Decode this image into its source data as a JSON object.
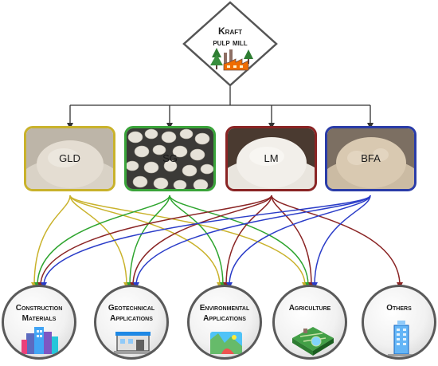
{
  "source": {
    "title_line1": "Kraft",
    "title_line2": "pulp mill"
  },
  "materials": [
    {
      "label": "GLD",
      "border_color": "#c9b22b",
      "fill": "#d9d2c6"
    },
    {
      "label": "SG",
      "border_color": "#3aa43a",
      "fill": "#dedbd3"
    },
    {
      "label": "LM",
      "border_color": "#8a2424",
      "fill": "#ebe7e0"
    },
    {
      "label": "BFA",
      "border_color": "#2a3ca8",
      "fill": "#d8c9b3"
    }
  ],
  "applications": [
    {
      "line1": "Construction",
      "line2": "Materials",
      "icon": "city-buildings-icon"
    },
    {
      "line1": "Geotechnical",
      "line2": "Applications",
      "icon": "building-icon"
    },
    {
      "line1": "Environmental",
      "line2": "Applications",
      "icon": "landscape-icon"
    },
    {
      "line1": "Agriculture",
      "line2": "",
      "icon": "farm-fields-icon"
    },
    {
      "line1": "Others",
      "line2": "",
      "icon": "tower-icon"
    }
  ],
  "connections": [
    {
      "from": "GLD",
      "to": [
        "Construction",
        "Geotechnical",
        "Environmental",
        "Agriculture"
      ],
      "color": "#c9b22b"
    },
    {
      "from": "SG",
      "to": [
        "Construction",
        "Geotechnical",
        "Environmental",
        "Agriculture"
      ],
      "color": "#2fa52f"
    },
    {
      "from": "LM",
      "to": [
        "Construction",
        "Geotechnical",
        "Environmental",
        "Agriculture",
        "Others"
      ],
      "color": "#8a2424"
    },
    {
      "from": "BFA",
      "to": [
        "Construction",
        "Geotechnical",
        "Environmental",
        "Agriculture"
      ],
      "color": "#2a3cc8"
    }
  ]
}
